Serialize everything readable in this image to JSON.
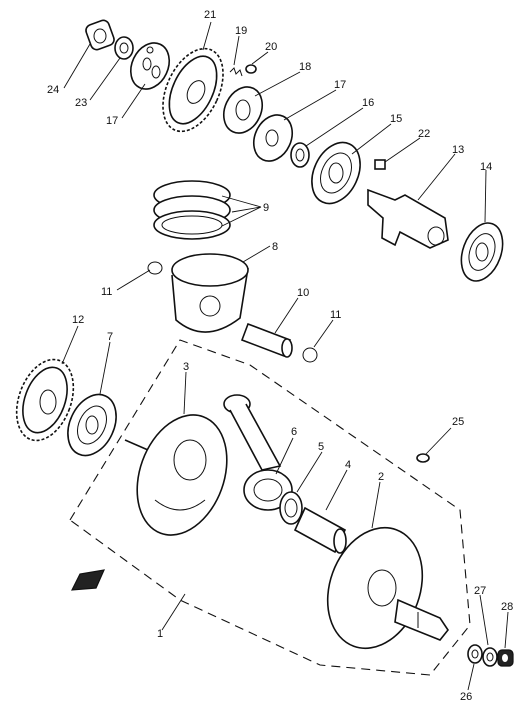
{
  "diagram": {
    "callouts": [
      {
        "id": "c24",
        "text": "24"
      },
      {
        "id": "c23",
        "text": "23"
      },
      {
        "id": "c17a",
        "text": "17"
      },
      {
        "id": "c21",
        "text": "21"
      },
      {
        "id": "c19",
        "text": "19"
      },
      {
        "id": "c20",
        "text": "20"
      },
      {
        "id": "c18",
        "text": "18"
      },
      {
        "id": "c17b",
        "text": "17"
      },
      {
        "id": "c16",
        "text": "16"
      },
      {
        "id": "c15",
        "text": "15"
      },
      {
        "id": "c22",
        "text": "22"
      },
      {
        "id": "c13",
        "text": "13"
      },
      {
        "id": "c14",
        "text": "14"
      },
      {
        "id": "c9",
        "text": "9"
      },
      {
        "id": "c8",
        "text": "8"
      },
      {
        "id": "c11a",
        "text": "11"
      },
      {
        "id": "c10",
        "text": "10"
      },
      {
        "id": "c11b",
        "text": "11"
      },
      {
        "id": "c12",
        "text": "12"
      },
      {
        "id": "c7",
        "text": "7"
      },
      {
        "id": "c3",
        "text": "3"
      },
      {
        "id": "c25",
        "text": "25"
      },
      {
        "id": "c6",
        "text": "6"
      },
      {
        "id": "c5",
        "text": "5"
      },
      {
        "id": "c4",
        "text": "4"
      },
      {
        "id": "c2",
        "text": "2"
      },
      {
        "id": "c1",
        "text": "1"
      },
      {
        "id": "c27",
        "text": "27"
      },
      {
        "id": "c28",
        "text": "28"
      },
      {
        "id": "c26",
        "text": "26"
      }
    ]
  }
}
